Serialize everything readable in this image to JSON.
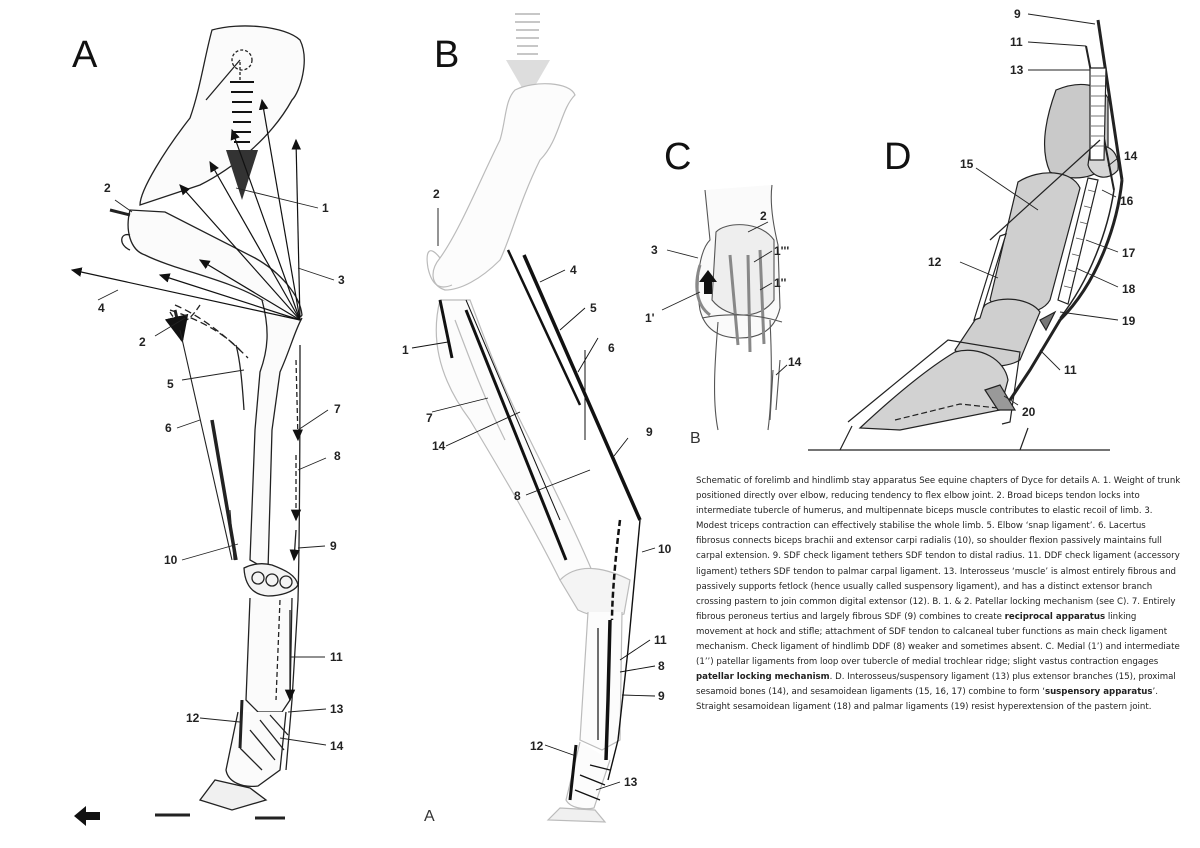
{
  "panels": {
    "a": "A",
    "b": "B",
    "c": "C",
    "d": "D",
    "b_corner": "A",
    "c_corner": "B"
  },
  "labels_a": [
    "1",
    "2",
    "3",
    "4",
    "2",
    "5",
    "6",
    "7",
    "8",
    "9",
    "10",
    "11",
    "12",
    "13",
    "14"
  ],
  "labels_b": [
    "2",
    "1",
    "4",
    "5",
    "6",
    "7",
    "14",
    "8",
    "9",
    "10",
    "11",
    "8",
    "9",
    "12",
    "13"
  ],
  "labels_c": [
    "2",
    "3",
    "1'''",
    "1''",
    "1'",
    "14"
  ],
  "labels_d": [
    "9",
    "11",
    "13",
    "14",
    "15",
    "16",
    "12",
    "17",
    "18",
    "19",
    "11",
    "20"
  ],
  "caption": {
    "p1": "Schematic of forelimb and hindlimb stay apparatus See equine chapters of Dyce for details   A. 1. Weight of trunk positioned directly over elbow, reducing tendency to flex elbow joint. 2. Broad biceps tendon locks into intermediate tubercle of humerus, and multipennate biceps muscle contributes to elastic recoil of limb. 3. Modest triceps contraction can effectively stabilise the whole limb. 5. Elbow ‘snap ligament’. 6. Lacertus fibrosus connects biceps brachii and extensor carpi radialis (10), so shoulder flexion passively maintains full carpal extension. 9. SDF check ligament tethers SDF tendon to distal radius. 11.  DDF check ligament (accessory ligament) tethers SDF tendon to palmar carpal ligament. 13. Interosseus ‘muscle’ is almost entirely fibrous and passively supports fetlock (hence usually called suspensory ligament), and has a distinct extensor branch crossing pastern to join common digital extensor (12).   B. 1. & 2. Patellar locking mechanism (see C). 7. Entirely fibrous peroneus tertius and largely fibrous SDF (9) combines to create ",
    "b1": "reciprocal apparatus",
    "p2": " linking movement at hock and stifle; attachment of SDF tendon to calcaneal tuber functions as main check ligament mechanism. Check ligament of hindlimb DDF (8) weaker and sometimes absent. C. Medial (1’) and intermediate (1’’) patellar ligaments from loop over tubercle of medial trochlear ridge; slight vastus contraction engages ",
    "b2": "patellar locking mechanism",
    "p3": ".  D. Interosseus/suspensory ligament (13) plus extensor branches (15), proximal sesamoid bones (14), and sesamoidean ligaments (15, 16, 17) combine to form ‘",
    "b3": "suspensory apparatus",
    "p4": "’. Straight sesamoidean ligament (18) and palmar ligaments (19) resist hyperextension of the pastern joint."
  }
}
